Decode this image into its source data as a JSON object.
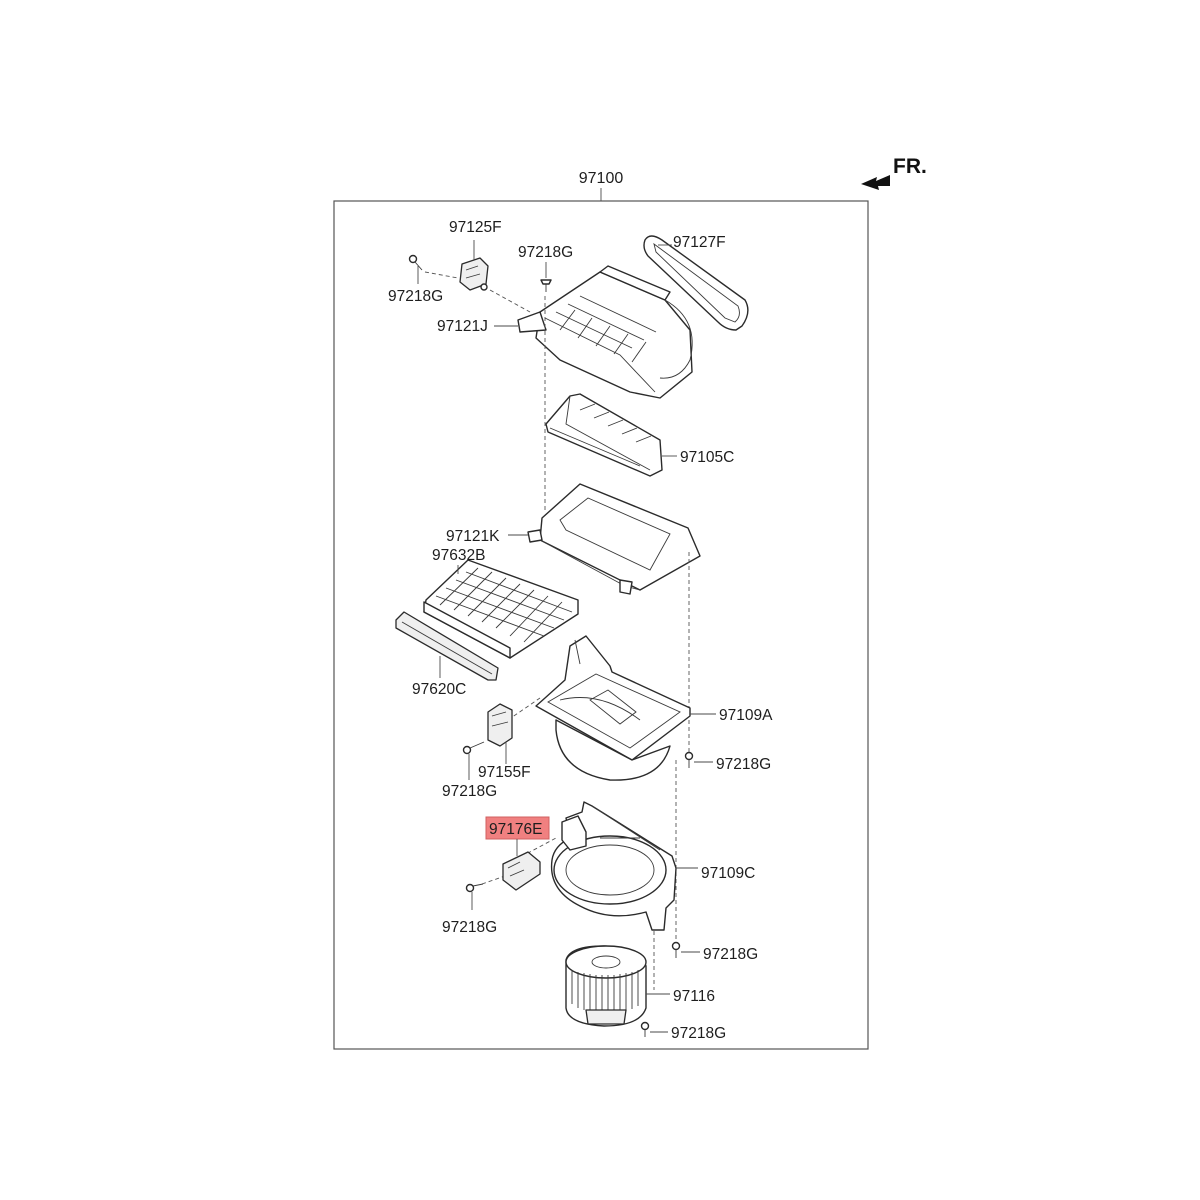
{
  "labels": {
    "assembly": "97100",
    "front_marker": "FR.",
    "actuator_top": "97125F",
    "screw_top_center": "97218G",
    "gasket": "97127F",
    "screw_top_left": "97218G",
    "intake_duct": "97121J",
    "intake_door": "97105C",
    "filter_frame": "97121K",
    "cabin_filter": "97632B",
    "filter_cover": "97620C",
    "upper_case": "97109A",
    "screw_upper_case": "97218G",
    "actuator_mid": "97155F",
    "screw_actuator_mid": "97218G",
    "resistor": "97176E",
    "lower_case": "97109C",
    "screw_resistor": "97218G",
    "screw_lower_case": "97218G",
    "blower_motor": "97116",
    "screw_blower": "97218G"
  },
  "highlight": {
    "part": "97176E",
    "color": "#f08080"
  },
  "colors": {
    "line": "#2b2b2b",
    "frame": "#555555",
    "background": "#ffffff"
  },
  "icons": {
    "front_arrow": "direction-arrow-icon"
  }
}
